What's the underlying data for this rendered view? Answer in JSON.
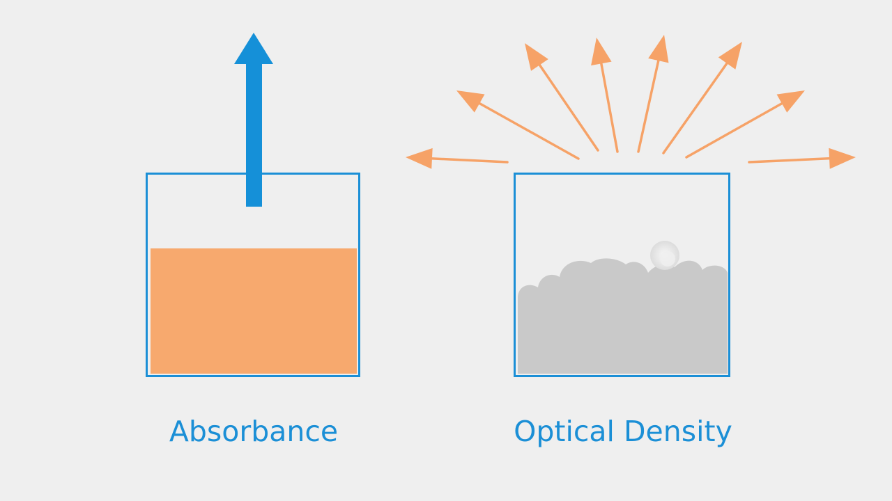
{
  "panels": {
    "absorbance": {
      "label": "Absorbance",
      "liquid_fill_fraction": 0.63
    },
    "optical_density": {
      "label": "Optical Density",
      "scattered_arrow_count": 8
    }
  },
  "icons": {
    "transmitted_light": "up-arrow-icon",
    "scattered_light": "scatter-arrow-icon",
    "particles": "particle-cloud-icon"
  },
  "colors": {
    "background": "#efefef",
    "outline": "#1b8fd6",
    "label": "#1b8fd6",
    "transmitted_arrow": "#1590d8",
    "liquid": "#f7a96e",
    "scatter_arrow": "#f6a267",
    "particles": "#c9c9c9"
  }
}
